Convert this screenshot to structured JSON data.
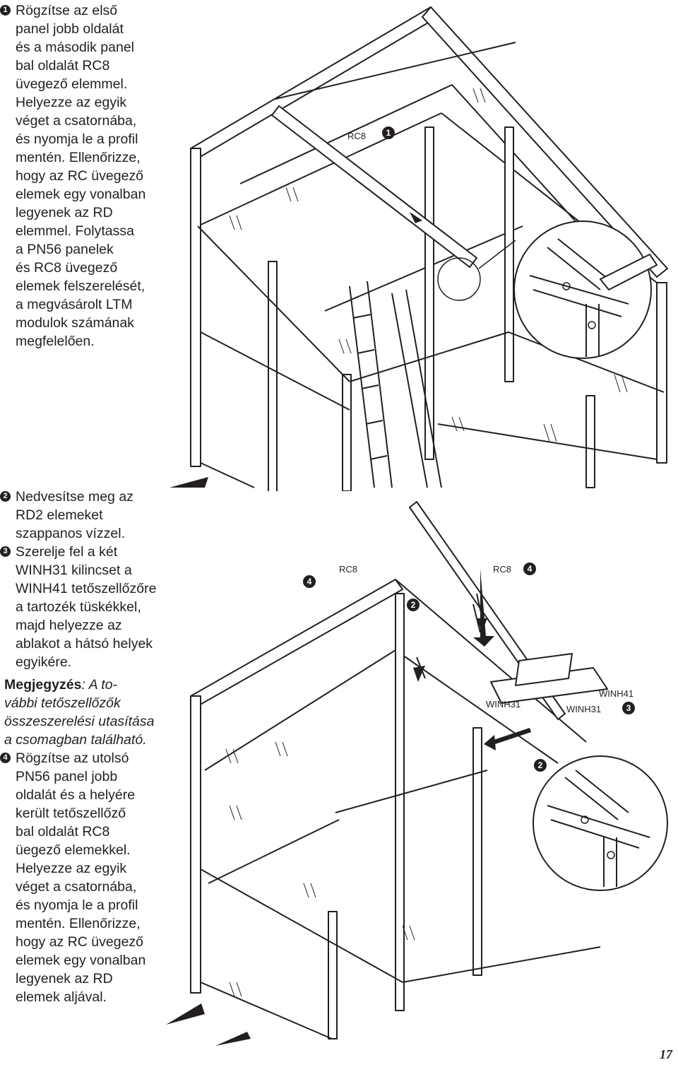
{
  "step1": {
    "number": "1",
    "lines": [
      "Rögzítse az első",
      "panel jobb oldalát",
      "és a második panel",
      "bal oldalát RC8",
      "üvegező elemmel.",
      "Helyezze az egyik",
      "véget a csatornába,",
      "és nyomja le a profil",
      "mentén. Ellenőrizze,",
      "hogy az RC üvegező",
      "elemek egy vonalban",
      "legyenek az RD",
      "elemmel. Folytassa",
      "a PN56 panelek",
      "és RC8 üvegező",
      "elemek felszerelését,",
      "a megvásárolt LTM",
      "modulok számának",
      "megfelelően."
    ]
  },
  "step2": {
    "number": "2",
    "lines": [
      "Nedvesítse meg az",
      "RD2 elemeket",
      "szappanos vízzel."
    ]
  },
  "step3": {
    "number": "3",
    "lines": [
      "Szerelje fel a két",
      "WINH31 kilincset a",
      "WINH41 tetőszellőzőre",
      "a tartozék tüskékkel,",
      "majd helyezze az",
      "ablakot a hátsó helyek",
      "egyikére."
    ]
  },
  "note": {
    "label": "Megjegyzés",
    "lines": [
      ": A to-",
      "vábbi tetőszellőzők",
      "összeszerelési utasítása",
      "a csomagban található."
    ]
  },
  "step4": {
    "number": "4",
    "lines": [
      "Rögzítse az utolsó",
      "PN56 panel jobb",
      "oldalát és a helyére",
      "került tetőszellőző",
      "bal oldalát  RC8",
      "üegező elemekkel.",
      "Helyezze az egyik",
      "véget a csatornába,",
      "és nyomja le a profil",
      "mentén. Ellenőrizze,",
      "hogy az RC üvegező",
      "elemek egy vonalban",
      "legyenek az RD",
      "elemek aljával."
    ]
  },
  "figure1": {
    "callouts": {
      "rc8": "RC8",
      "step": "1"
    }
  },
  "figure2": {
    "callouts": {
      "rc8_left": "RC8",
      "rc8_right": "RC8",
      "step4_left": "4",
      "step4_right": "4",
      "step2_top": "2",
      "step2_bottom": "2",
      "winh31_a": "WINH31",
      "winh31_b": "WINH31",
      "winh41": "WINH41",
      "step3": "3"
    }
  },
  "page_number": "17"
}
